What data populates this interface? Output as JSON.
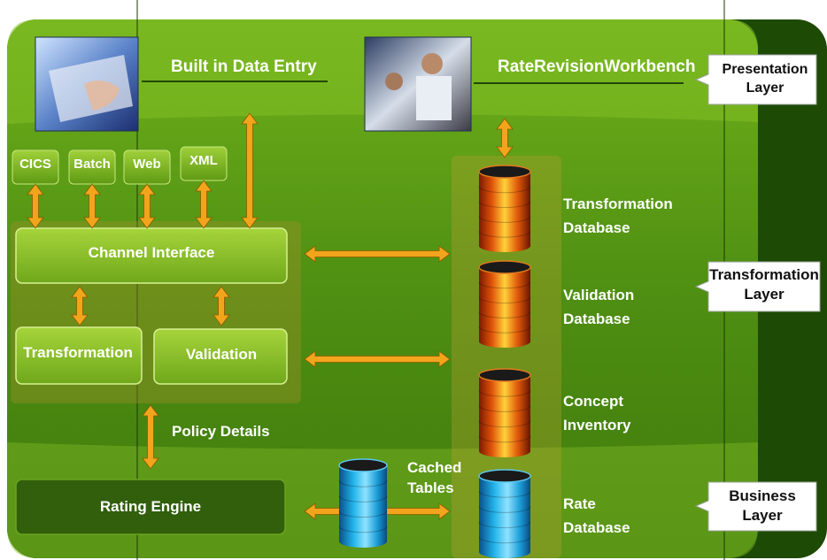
{
  "top_labels": {
    "data_entry": "Built in Data Entry",
    "workbench": "RateRevisionWorkbench"
  },
  "channels": [
    "CICS",
    "Batch",
    "Web",
    "XML"
  ],
  "boxes": {
    "channel_interface": "Channel Interface",
    "transformation": "Transformation",
    "validation": "Validation",
    "rating_engine": "Rating Engine"
  },
  "connector_labels": {
    "policy_details": "Policy Details",
    "cached_tables": [
      "Cached",
      "Tables"
    ]
  },
  "databases": [
    {
      "lines": [
        "Transformation",
        "Database"
      ]
    },
    {
      "lines": [
        "Validation",
        "Database"
      ]
    },
    {
      "lines": [
        "Concept",
        "Inventory"
      ]
    },
    {
      "lines": [
        "Rate",
        "Database"
      ]
    }
  ],
  "layers": [
    {
      "lines": [
        "Presentation",
        "Layer"
      ]
    },
    {
      "lines": [
        "Transformation",
        "Layer"
      ]
    },
    {
      "lines": [
        "Business",
        "Layer"
      ]
    }
  ],
  "colors": {
    "green_dark": "#1f4a06",
    "green_mid": "#4c8a10",
    "green_light": "#7cb61e",
    "box_fill": "#8cc12c",
    "arrow": "#f2a51c",
    "db_orange": "#e46a0a",
    "db_blue": "#14a7df"
  }
}
